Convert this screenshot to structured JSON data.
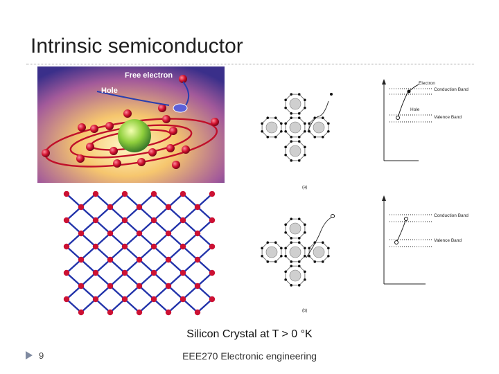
{
  "slide": {
    "title": "Intrinsic semiconductor",
    "caption": "Silicon Crystal at T > 0 °K",
    "page_number": "9",
    "footer": "EEE270 Electronic engineering"
  },
  "atom_figure": {
    "label_free_electron": "Free electron",
    "label_hole": "Hole"
  },
  "bond_figure": {
    "label_a": "(a)",
    "label_b": "(b)"
  },
  "band_figure": {
    "label_electron": "Electron",
    "label_hole": "Hole",
    "conduction_band": "Conduction Band",
    "valence_band": "Valence Band"
  },
  "colors": {
    "accent_red": "#cc1133",
    "lattice_blue": "#2233aa",
    "arrow_grey": "#7f8aa0"
  }
}
